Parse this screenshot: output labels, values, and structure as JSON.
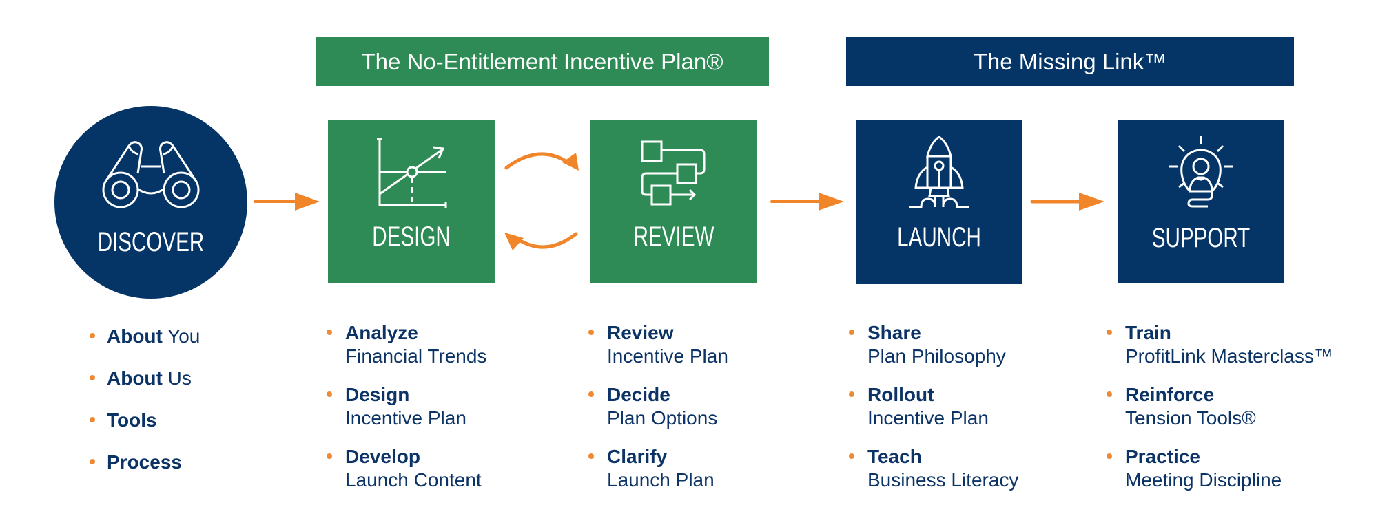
{
  "banners": {
    "left": "The No-Entitlement Incentive Plan®",
    "right": "The Missing Link™"
  },
  "colors": {
    "green": "#2e8b55",
    "navy": "#043566",
    "orange": "#f0852a",
    "text": "#0b3366"
  },
  "stages": [
    {
      "label": "DISCOVER",
      "icon": "binoculars-icon",
      "shape": "circle",
      "color": "navy"
    },
    {
      "label": "DESIGN",
      "icon": "chart-icon",
      "shape": "box",
      "color": "green"
    },
    {
      "label": "REVIEW",
      "icon": "flowchart-icon",
      "shape": "box",
      "color": "green"
    },
    {
      "label": "LAUNCH",
      "icon": "rocket-icon",
      "shape": "box",
      "color": "navy"
    },
    {
      "label": "SUPPORT",
      "icon": "lightbulb-person-icon",
      "shape": "box",
      "color": "navy"
    }
  ],
  "lists": {
    "discover": [
      {
        "bold": "About",
        "regular": " You"
      },
      {
        "bold": "About",
        "regular": " Us"
      },
      {
        "bold": "Tools",
        "regular": ""
      },
      {
        "bold": "Process",
        "regular": ""
      }
    ],
    "design": [
      {
        "bold": "Analyze",
        "regular": "Financial Trends"
      },
      {
        "bold": "Design",
        "regular": "Incentive Plan"
      },
      {
        "bold": "Develop",
        "regular": "Launch Content"
      }
    ],
    "review": [
      {
        "bold": "Review",
        "regular": "Incentive Plan"
      },
      {
        "bold": "Decide",
        "regular": "Plan Options"
      },
      {
        "bold": "Clarify",
        "regular": "Launch Plan"
      }
    ],
    "launch": [
      {
        "bold": "Share",
        "regular": "Plan Philosophy"
      },
      {
        "bold": "Rollout",
        "regular": "Incentive Plan"
      },
      {
        "bold": "Teach",
        "regular": "Business Literacy"
      }
    ],
    "support": [
      {
        "bold": "Train",
        "regular": "ProfitLink Masterclass™"
      },
      {
        "bold": "Reinforce",
        "regular": "Tension Tools®"
      },
      {
        "bold": "Practice",
        "regular": "Meeting Discipline"
      }
    ]
  }
}
